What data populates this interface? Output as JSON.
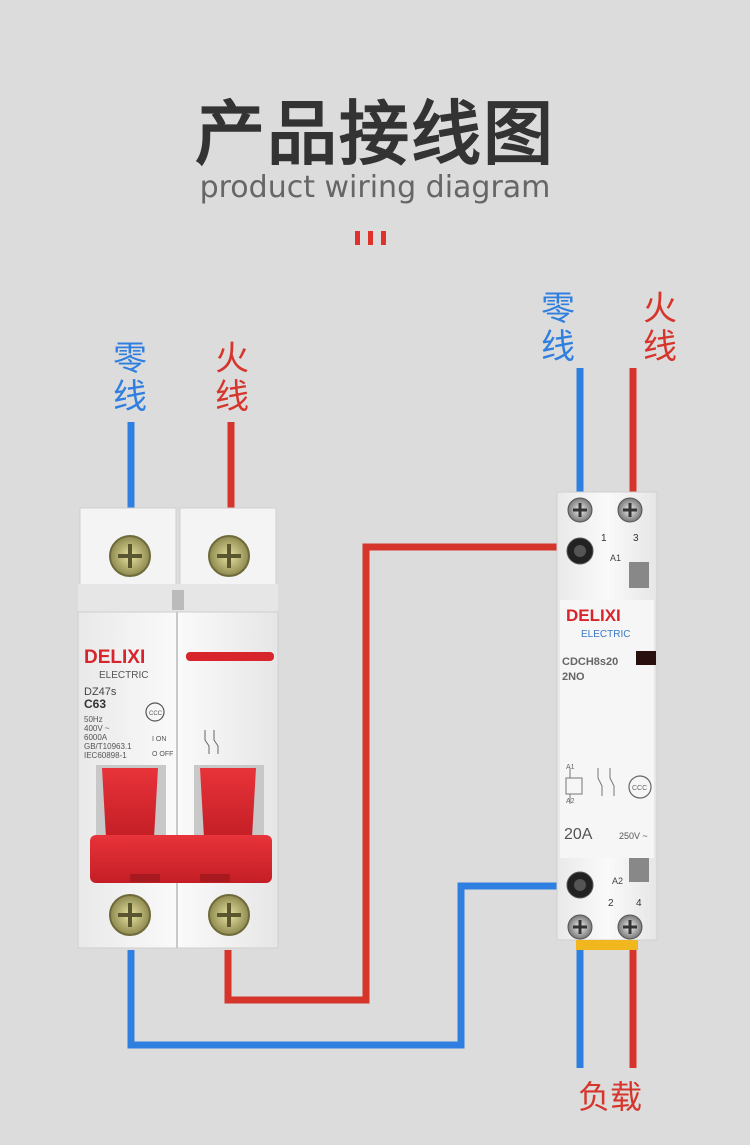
{
  "header": {
    "title": "产品接线图",
    "subtitle": "product wiring diagram"
  },
  "labels": {
    "neutral_line": [
      "零",
      "线"
    ],
    "live_line": [
      "火",
      "线"
    ],
    "load": "负载"
  },
  "breaker": {
    "brand": "DELIXI",
    "brand_sub": "ELECTRIC",
    "model": "DZ47s",
    "rating": "C63",
    "spec_lines": [
      "50Hz",
      "400V ~",
      "6000A",
      "GB/T10963.1",
      "IEC60898-1"
    ],
    "on_label": "I ON",
    "off_label": "O OFF",
    "cert": "CCC"
  },
  "contactor": {
    "brand": "DELIXI",
    "brand_sub": "ELECTRIC",
    "model": "CDCH8s20",
    "type": "2NO",
    "current": "20A",
    "voltage": "250V ~",
    "terminal_top": [
      "1",
      "3"
    ],
    "terminal_bottom": [
      "2",
      "4"
    ],
    "coil_top": "A1",
    "coil_bottom": "A2",
    "cert": "CCC"
  },
  "colors": {
    "neutral": "#2f7fe0",
    "live": "#d6352c",
    "device_body": "#f2f2f2",
    "handle": "#d8252c",
    "brand_red": "#d8252c"
  }
}
